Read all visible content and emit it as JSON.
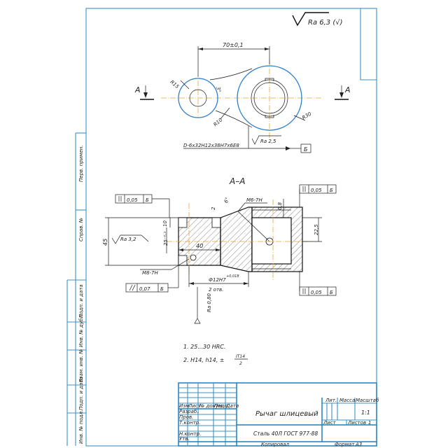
{
  "roughness": {
    "general": "Ra 6,3 (√)",
    "section_left": "Ra 3,2",
    "bore": "Ra 2,5",
    "bottom": "Ra 0,80"
  },
  "plan_view": {
    "center_distance": "70±0,1",
    "radius_small": "R15",
    "radius_fillet": "R10",
    "radius_large": "R30",
    "angle": "3°",
    "spline_designation": "D-6x32H12x38H7x6E8",
    "datum": "Б",
    "section_mark": "A"
  },
  "section": {
    "title": "A–A",
    "thread_top": "M6-7H",
    "thread_bottom": "M8-7H",
    "dim_chamfer": "2",
    "dim_angle": "6°",
    "dim_08": "0,8",
    "dim_225": "22,5",
    "dim_45": "45",
    "dim_10": "10",
    "dim_25": "25⁻⁰·¹",
    "dim_40": "40",
    "hole_fit": "Ф12H7",
    "hole_fit_tol": "+0,018",
    "hole_count": "2 отв.",
    "tol_flat_left": "0,05",
    "tol_flat_right_top": "0,05",
    "tol_flat_right_bottom": "0,05",
    "tol_parallel": "0,07",
    "tol_datum": "Б"
  },
  "notes": {
    "note1": "1. 25...30 HRC.",
    "note2_prefix": "2. H14, h14, ±",
    "note2_num": "IT14",
    "note2_den": "2"
  },
  "title_block": {
    "part_name": "Рычаг шлицевый",
    "material": "Сталь 40Л ГОСТ 977-88",
    "header_izm": "Изм",
    "header_list": "Лист",
    "header_doc": "№ докум.",
    "header_sign": "Подп.",
    "header_date": "Дата",
    "row_razrab": "Разраб.",
    "row_prov": "Пров.",
    "row_tkontr": "Т.контр.",
    "row_nkontr": "Н.контр.",
    "row_utv": "Утв.",
    "col_lit": "Лит.",
    "col_mass": "Масса",
    "col_scale": "Масштаб",
    "scale_value": "1:1",
    "sheet_label": "Лист",
    "sheets_label": "Листов",
    "sheets_value": "1",
    "copied": "Копировал",
    "format": "Формат",
    "format_value": "A3"
  },
  "side_strip": {
    "perv_primen": "Перв. примен.",
    "sprav": "Справ. №",
    "podp_data_1": "Подп. и дата",
    "inv_dubl": "Инв. № дубл.",
    "vzam_inv": "Взам. инв. №",
    "podp_data_2": "Подп. и дата",
    "inv_podl": "Инв. № подл."
  }
}
